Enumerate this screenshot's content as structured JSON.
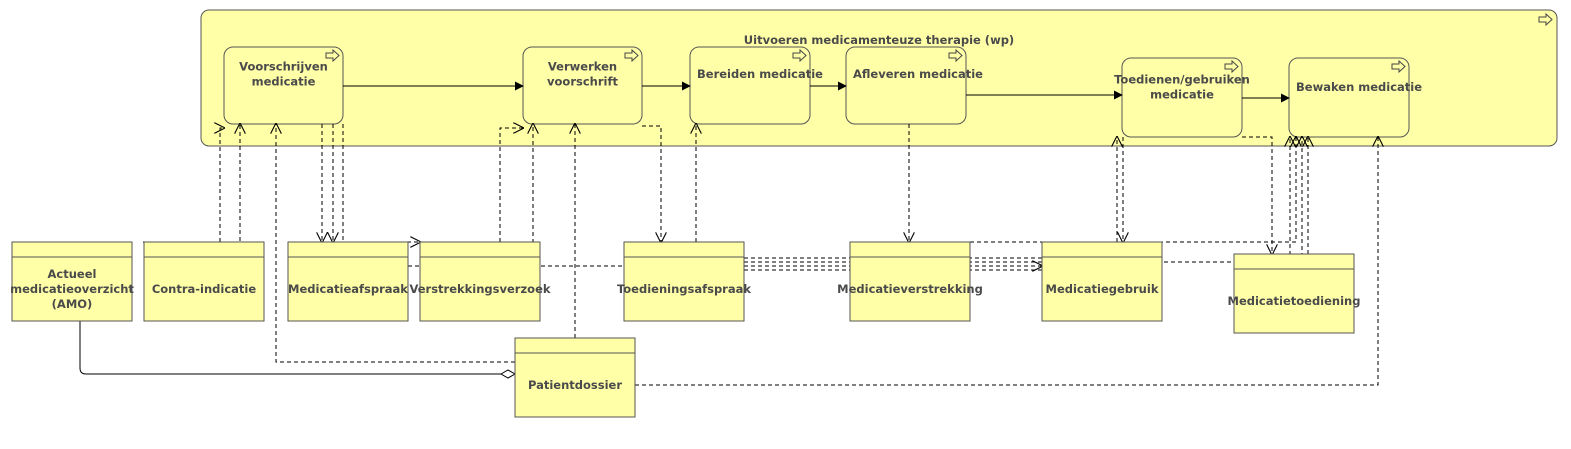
{
  "group": {
    "title": "Uitvoeren medicamenteuze therapie (wp)"
  },
  "processes": [
    {
      "id": "p1",
      "lines": [
        "Voorschrijven",
        "medicatie"
      ]
    },
    {
      "id": "p2",
      "lines": [
        "Verwerken",
        "voorschrift"
      ]
    },
    {
      "id": "p3",
      "lines": [
        "Bereiden medicatie"
      ]
    },
    {
      "id": "p4",
      "lines": [
        "Afleveren medicatie"
      ]
    },
    {
      "id": "p5",
      "lines": [
        "Toedienen/gebruiken",
        "medicatie"
      ]
    },
    {
      "id": "p6",
      "lines": [
        "Bewaken medicatie"
      ]
    }
  ],
  "objects": [
    {
      "id": "o1",
      "lines": [
        "Actueel",
        "medicatieoverzicht",
        "(AMO)"
      ]
    },
    {
      "id": "o2",
      "lines": [
        "Contra-indicatie"
      ]
    },
    {
      "id": "o3",
      "lines": [
        "Medicatieafspraak"
      ]
    },
    {
      "id": "o4",
      "lines": [
        "Verstrekkingsverzoek"
      ]
    },
    {
      "id": "o5",
      "lines": [
        "Toedieningsafspraak"
      ]
    },
    {
      "id": "o6",
      "lines": [
        "Medicatieverstrekking"
      ]
    },
    {
      "id": "o7",
      "lines": [
        "Medicatiegebruik"
      ]
    },
    {
      "id": "o8",
      "lines": [
        "Medicatietoediening"
      ]
    },
    {
      "id": "o9",
      "lines": [
        "Patientdossier"
      ]
    }
  ],
  "colors": {
    "fill": "#ffffa8",
    "stroke": "#555555",
    "line": "#000000"
  }
}
